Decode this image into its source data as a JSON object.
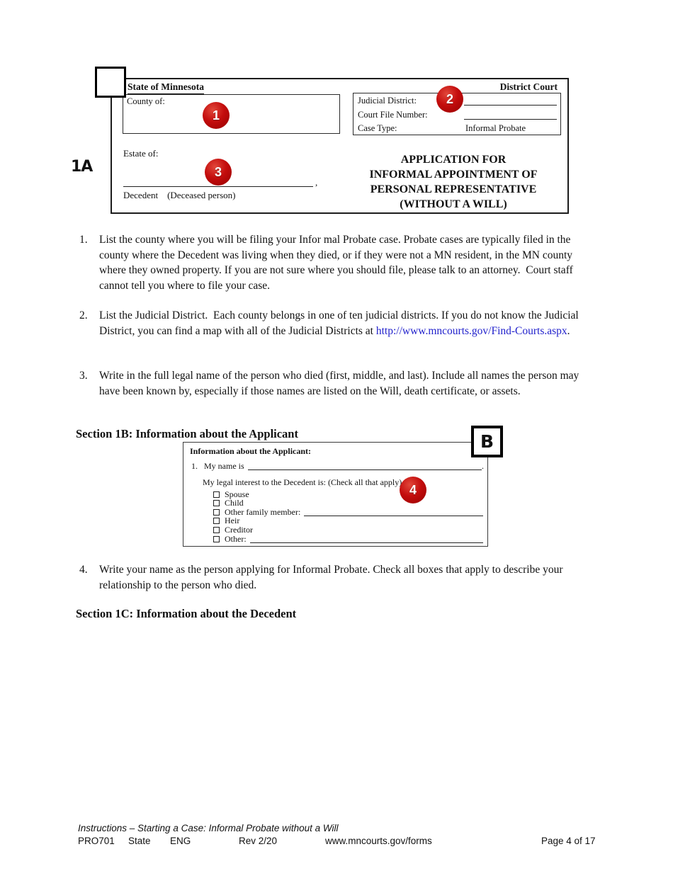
{
  "markers": {
    "label_1a": "1A",
    "label_b": "B"
  },
  "form_header": {
    "state": "State of Minnesota",
    "district_court": "District Court",
    "county_of": "County of:",
    "judicial_district": "Judicial District:",
    "court_file_number": "Court File Number:",
    "case_type": "Case Type:",
    "case_type_value": "Informal Probate",
    "estate_of": "Estate of:",
    "comma": ",",
    "decedent": "Decedent",
    "deceased_person": "(Deceased person)",
    "title_line1": "APPLICATION FOR",
    "title_line2": "INFORMAL APPOINTMENT OF",
    "title_line3": "PERSONAL REPRESENTATIVE",
    "title_line4": "(WITHOUT A WILL)",
    "callout_1": "1",
    "callout_2": "2",
    "callout_3": "3"
  },
  "instructions": {
    "item1_num": "1.",
    "item1": "List the county where you will be filing your Infor mal Probate case. Probate cases are typically filed in the county where the Decedent was living when they died, or if they were not a MN resident, in the MN county where they owned property. If you are not sure where you should file, please talk to an attorney.  Court staff cannot tell you where to file your case.",
    "item2_num": "2.",
    "item2_text": "List the Judicial District.  Each county belongs in one of ten judicial districts. If you do not know the Judicial District, you can find a map with all of the Judicial Districts at ",
    "item2_link": "http://www.mncourts.gov/Find-Courts.aspx",
    "item2_after": ".",
    "item3_num": "3.",
    "item3": "Write in the full legal name of the person who died (first, middle, and last). Include all names the person may have been known by, especially if those names are listed on the Will, death certificate, or assets.",
    "item4_num": "4.",
    "item4": "Write your name as the person applying for Informal Probate. Check all boxes that apply to describe your relationship to the person who died."
  },
  "section_1b": {
    "heading": "Section 1B: Information about the Applicant"
  },
  "section_1c": {
    "heading": "Section 1C: Information about the Decedent"
  },
  "applicant_box": {
    "header": "Information about the Applicant:",
    "q1_num": "1.",
    "q1_label": "My name is",
    "q1_period": ".",
    "legal_interest": "My legal interest to the Decedent is: (Check all that apply)",
    "callout_4": "4",
    "options": [
      {
        "label": "Spouse"
      },
      {
        "label": "Child"
      },
      {
        "label": "Other family member:"
      },
      {
        "label": "Heir"
      },
      {
        "label": "Creditor"
      },
      {
        "label": "Other:"
      }
    ]
  },
  "footer": {
    "line1": "Instructions – Starting a Case: Informal Probate without a Will",
    "form_id": "PRO701",
    "state": "State",
    "lang": "ENG",
    "rev": "Rev 2/20",
    "url": "www.mncourts.gov/forms",
    "page": "Page 4 of 17"
  },
  "colors": {
    "callout_red": "#c40d0d",
    "link_blue": "#2222cc"
  }
}
